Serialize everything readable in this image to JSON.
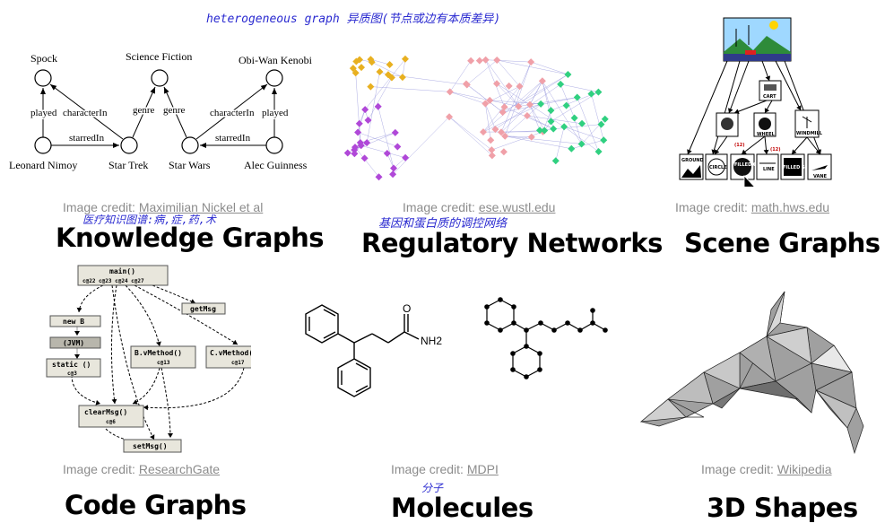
{
  "top_note": "heterogeneous graph 异质图(节点或边有本质差异)",
  "panels": {
    "knowledge": {
      "title": "Knowledge Graphs",
      "credit_prefix": "Image credit: ",
      "credit_link": "Maximilian Nickel et al",
      "note": "医疗知识图谱:病,症,药,术",
      "nodes": [
        "Spock",
        "Science Fiction",
        "Obi-Wan Kenobi",
        "Leonard Nimoy",
        "Star Trek",
        "Star Wars",
        "Alec Guinness"
      ],
      "edges": [
        "played",
        "characterIn",
        "genre",
        "genre",
        "characterIn",
        "played",
        "starredIn",
        "starredIn"
      ]
    },
    "regulatory": {
      "title": "Regulatory Networks",
      "credit_prefix": "Image credit: ",
      "credit_link": "ese.wustl.edu",
      "note": "基因和蛋白质的调控网络"
    },
    "scene": {
      "title": "Scene Graphs",
      "credit_prefix": "Image credit: ",
      "credit_link": "math.hws.edu",
      "labels": [
        "CART",
        "SUN",
        "WHEEL",
        "WINDMILL",
        "GROUND",
        "CIRCLE",
        "FILLED CIRCLE",
        "LINE",
        "FILLED SQUARE",
        "VANE",
        "(12)",
        "(12)"
      ]
    },
    "code": {
      "title": "Code Graphs",
      "credit_prefix": "Image credit: ",
      "credit_link": "ResearchGate",
      "boxes": [
        "main()",
        "getMsg",
        "new B",
        "(JVM)",
        "static ()",
        "B.vMethod()",
        "C.vMethod()",
        "clearMsg()",
        "setMsg()"
      ],
      "subs": [
        "c@22 c@23 c@24 c@27",
        "c@3",
        "c@13",
        "c@17",
        "c@6"
      ]
    },
    "molecules": {
      "title": "Molecules",
      "credit_prefix": "Image credit: ",
      "credit_link": "MDPI",
      "note": "分子",
      "labels": [
        "O",
        "NH2"
      ]
    },
    "shapes": {
      "title": "3D Shapes",
      "credit_prefix": "Image credit: ",
      "credit_link": "Wikipedia"
    }
  },
  "colors": {
    "note_blue": "#2a2ad0",
    "credit_gray": "#8c8c8c",
    "node_purple": "#b048d8",
    "node_orange": "#e8b020",
    "node_pink": "#f0a0a8",
    "node_green": "#30d080",
    "edge_blue": "#8a8ad8",
    "code_box": "#e8e6dc"
  }
}
